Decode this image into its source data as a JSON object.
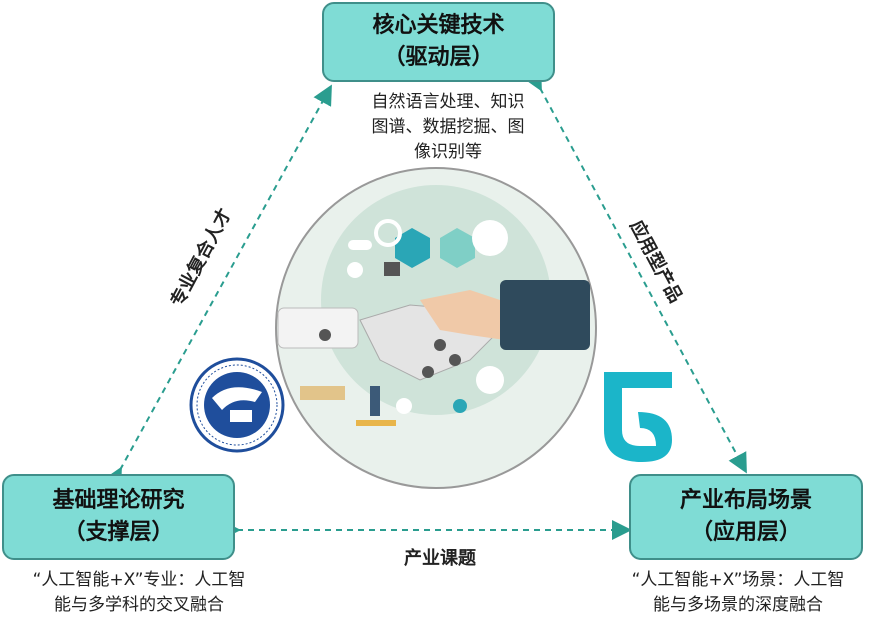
{
  "nodes": {
    "top": {
      "title": "核心关键技术",
      "layer": "（驱动层）",
      "desc": [
        "自然语言处理、知识",
        "图谱、数据挖掘、图",
        "像识别等"
      ]
    },
    "left": {
      "title": "基础理论研究",
      "layer": "（支撑层）",
      "desc": [
        "“人工智能+X”专业：人工智",
        "能与多学科的交叉融合"
      ]
    },
    "right": {
      "title": "产业布局场景",
      "layer": "（应用层）",
      "desc": [
        "“人工智能+X”场景：人工智",
        "能与多场景的深度融合"
      ]
    }
  },
  "edges": {
    "left_top": "专业复合人才",
    "top_right": "应用型产品",
    "left_right": "产业课题"
  },
  "colors": {
    "box_fill": "#7fdcd5",
    "box_border": "#3f8f8a",
    "arrow": "#2a9d8f",
    "logo_blue": "#1f4e9c",
    "logo_teal": "#1bb5c9"
  },
  "icons": [
    "ai-handshake-illustration",
    "university-seal-logo",
    "g-shaped-logo"
  ]
}
